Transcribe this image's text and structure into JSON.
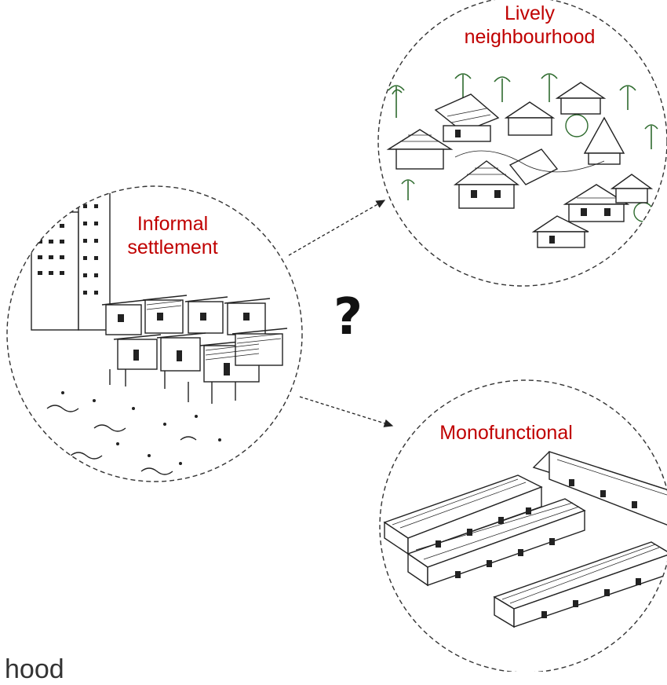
{
  "nodes": {
    "informal": {
      "line1": "Informal",
      "line2": "settlement"
    },
    "lively": {
      "line1": "Lively",
      "line2": "neighbourhood"
    },
    "mono": {
      "label": "Monofunctional"
    }
  },
  "question": "?",
  "cut_text": "hood",
  "colors": {
    "label": "#c00000",
    "ink": "#222222",
    "circle": "#333333"
  }
}
